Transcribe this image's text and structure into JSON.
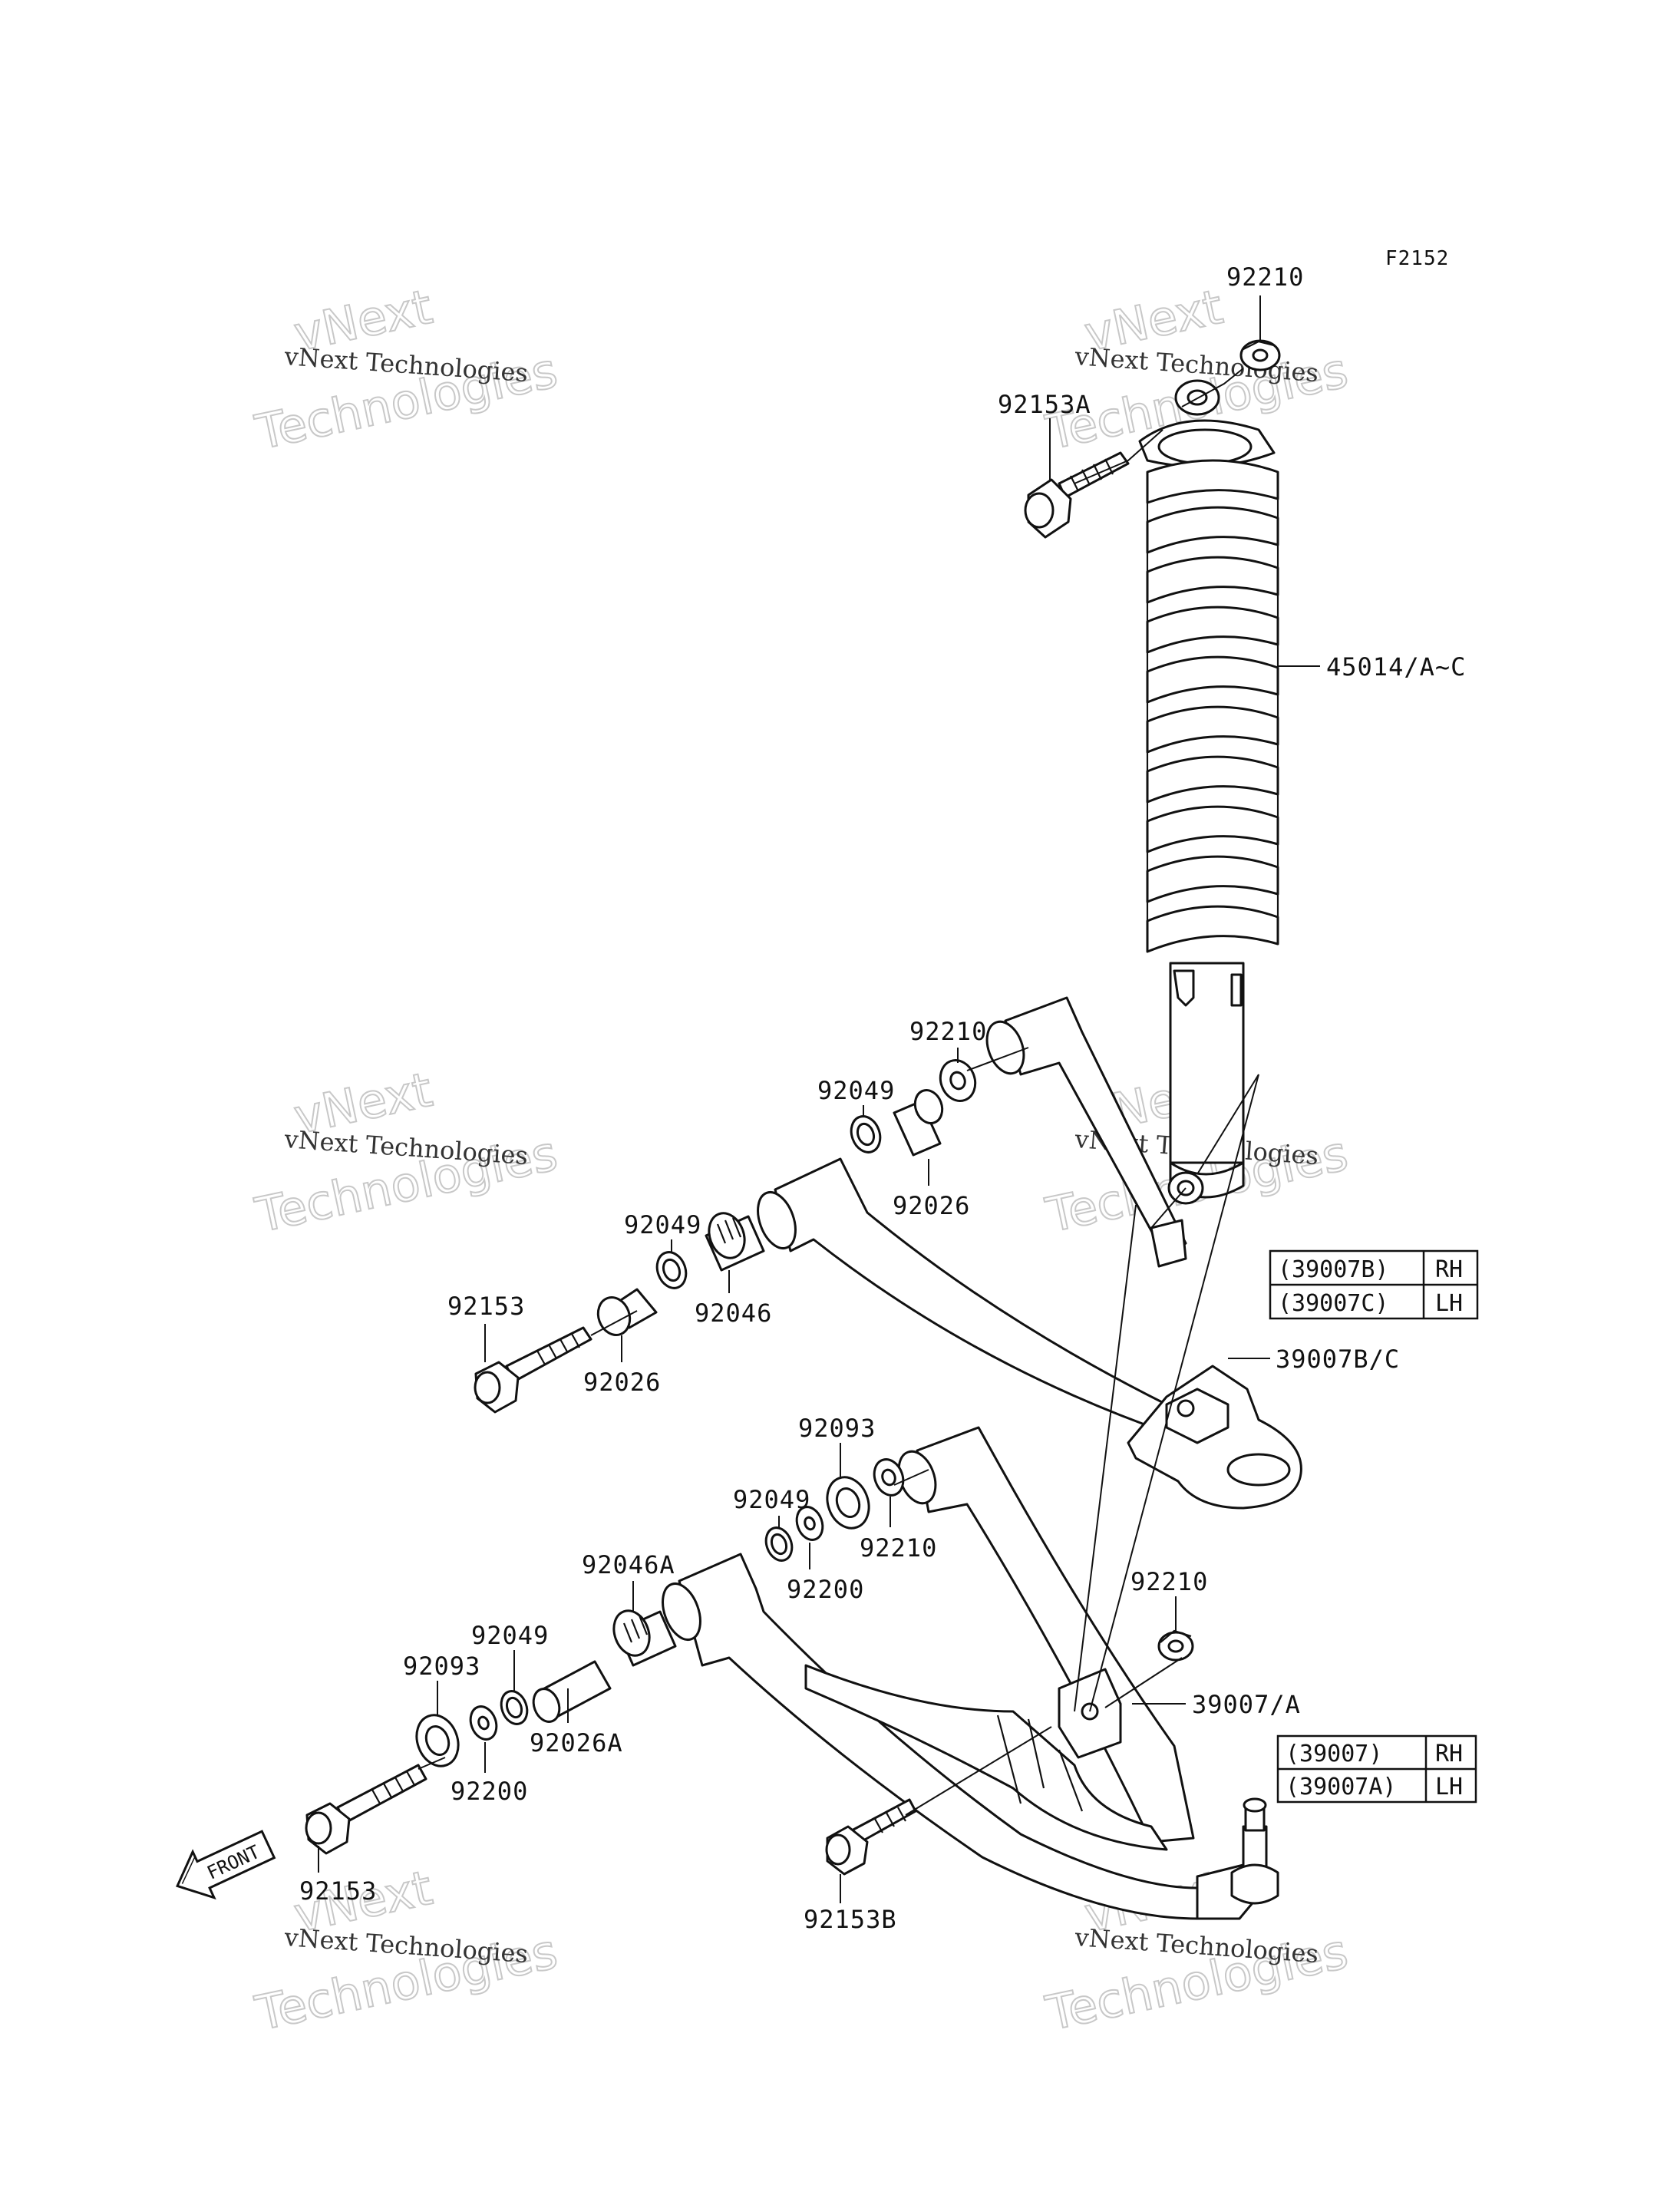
{
  "figure_code": "F2152",
  "parts": {
    "p92210_top": "92210",
    "p92153A": "92153A",
    "p45014": "45014/A~C",
    "p92210_upper": "92210",
    "p92049_upper": "92049",
    "p92026_upper": "92026",
    "p92049_upper2": "92049",
    "p92046": "92046",
    "p92153_upper": "92153",
    "p92026_upper2": "92026",
    "p39007BC": "39007B/C",
    "p92093_mid": "92093",
    "p92049_mid": "92049",
    "p92210_mid": "92210",
    "p92200_mid": "92200",
    "p92046A": "92046A",
    "p92049_low": "92049",
    "p92093_low": "92093",
    "p92026A": "92026A",
    "p92200_low": "92200",
    "p92153_low": "92153",
    "p92210_right": "92210",
    "p39007A": "39007/A",
    "p92153B": "92153B"
  },
  "upper_table": {
    "row1_part": "(39007B)",
    "row1_side": "RH",
    "row2_part": "(39007C)",
    "row2_side": "LH"
  },
  "lower_table": {
    "row1_part": "(39007)",
    "row1_side": "RH",
    "row2_part": "(39007A)",
    "row2_side": "LH"
  },
  "front_arrow": "FRONT",
  "watermark": {
    "brand_top": "vNext",
    "line": "vNext Technologies",
    "large": "Technologies"
  }
}
